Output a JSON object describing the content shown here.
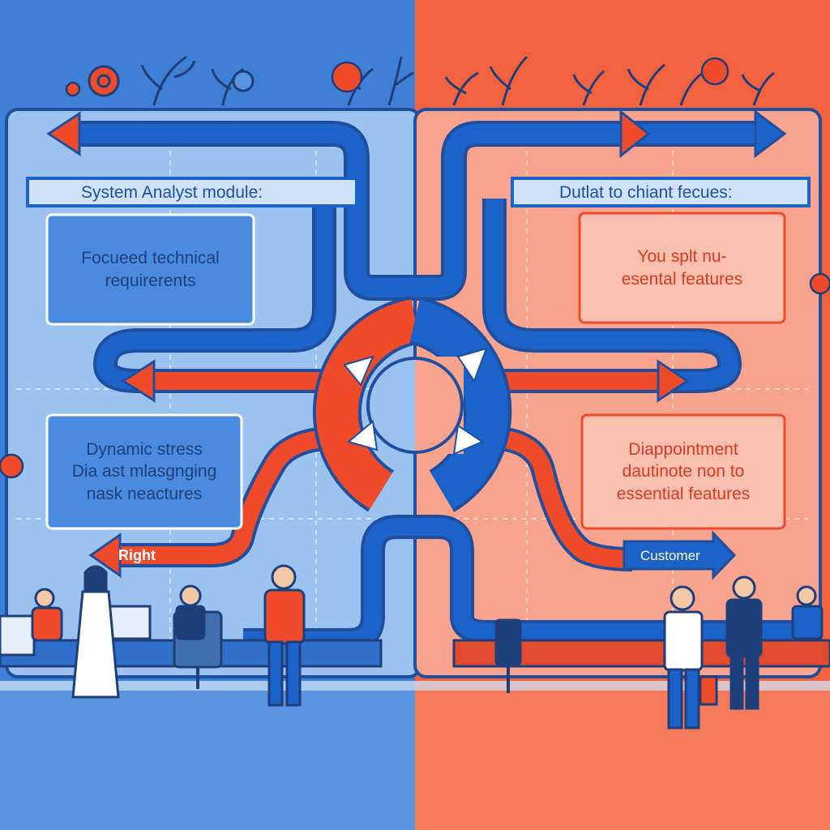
{
  "left_panel": {
    "header": "System Analyst module:",
    "box_top": [
      "Focueed technical",
      "requirerents"
    ],
    "box_bottom": [
      "Dynamic stress",
      "Dia ast mlasgnging",
      "nask neactures"
    ],
    "arrow_label": "Right"
  },
  "right_panel": {
    "header": "Dutlat to chiant fecues:",
    "box_top": [
      "You splt nu-",
      "esental features"
    ],
    "box_bottom": [
      "Diappointment",
      "dautinote non to",
      "essential features"
    ],
    "arrow_label": "Customer"
  },
  "colors": {
    "left_bg": "#3f7fd6",
    "right_bg": "#f2623f",
    "blue_accent": "#1c63c9",
    "red_accent": "#ef4b2b",
    "navy_text": "#1f4f9e",
    "red_text": "#d63a22"
  }
}
